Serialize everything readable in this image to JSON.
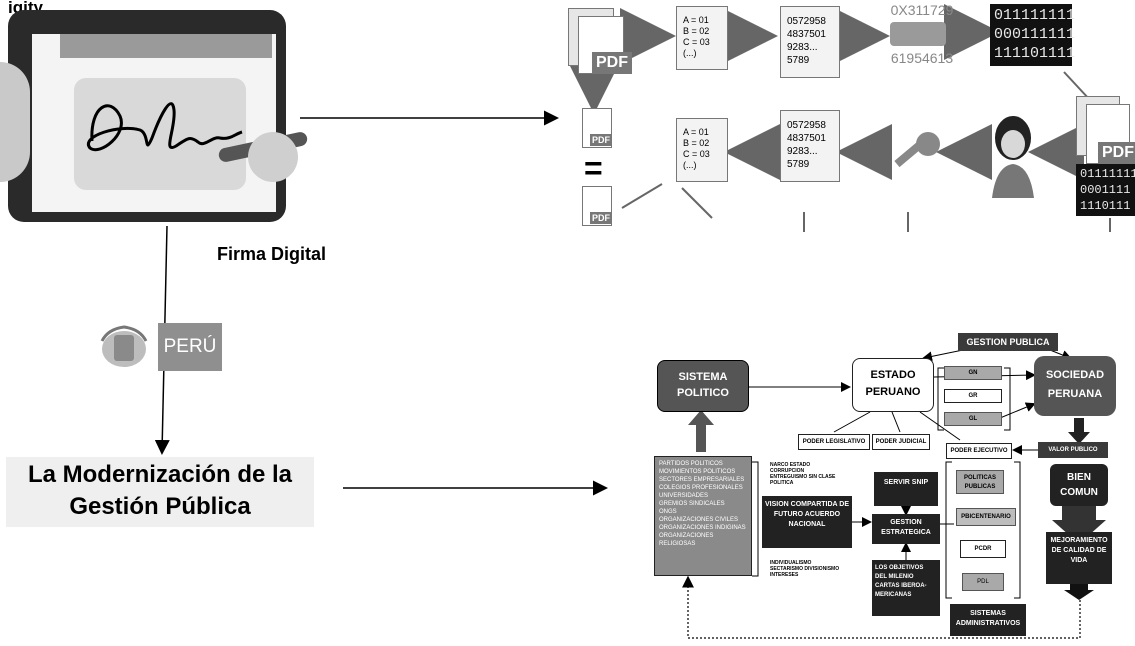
{
  "top_label_clipped": "igity",
  "firma_label": "Firma Digital",
  "peru_logo_text": "PERÚ",
  "modernizacion_title_line1": "La Modernización de la",
  "modernizacion_title_line2": "Gestión Pública",
  "process": {
    "pdf_tag": "PDF",
    "code_doc_lines": [
      "A = 01",
      "B = 02",
      "C = 03",
      "(...)"
    ],
    "hash_lines": [
      "0572958",
      "4837501",
      "9283...",
      "5789"
    ],
    "hex_top": "0X311729",
    "hex_bottom": "61954613",
    "binary_lines": [
      "011111111",
      "000111111",
      "111101111"
    ],
    "binary_lines_right": [
      "01111111",
      "0001111",
      "1110111"
    ],
    "equals": "="
  },
  "gestion": {
    "gestion_publica": "GESTION PUBLICA",
    "sistema_politico": "SISTEMA POLITICO",
    "estado_peruano": "ESTADO PERUANO",
    "sociedad_peruana": "SOCIEDAD PERUANA",
    "gn": "GN",
    "gr": "GR",
    "gl": "GL",
    "poder_legislativo": "PODER LEGISLATIVO",
    "poder_judicial": "PODER JUDICIAL",
    "poder_ejecutivo": "PODER EJECUTIVO",
    "valor_publico": "VALOR PUBLICO",
    "bien_comun": "BIEN COMUN",
    "mejoramiento": "MEJORAMIENTO DE CALIDAD DE VIDA",
    "actors": [
      "PARTIDOS POLITICOS",
      "MOVIMIENTOS POLITICOS",
      "SECTORES EMPRESARIALES",
      "COLEGIOS PROFESIONALES",
      "UNIVERSIDADES",
      "GREMIOS SINDICALES",
      "ONGS",
      "ORGANIZACIONES CIVILES",
      "ORGANIZACIONES INDIGINAS",
      "ORGANIZACIONES RELIGIOSAS"
    ],
    "narco": "NARCO ESTADO CORRUPCION ENTREGUISMO SIN CLASE POLITICA",
    "vision": "VISION COMPARTIDA DE FUTURO ACUERDO NACIONAL",
    "individualismo": "INDIVIDUALISMO SECTARISMO DIVISIONISMO INTERESES",
    "servir": "SERVIR SNIP",
    "gestion_estrategica": "GESTION ESTRATEGICA",
    "objetivos": "LOS OBJETIVOS DEL MILENIO CARTAS IBEROA-MERICANAS",
    "politicas_publicas": "POLITICAS PUBLICAS",
    "pbicentenario": "PBICENTENARIO",
    "pcdr": "PCDR",
    "pdl": "PDL",
    "sistemas_admin": "SISTEMAS ADMINISTRATIVOS"
  }
}
